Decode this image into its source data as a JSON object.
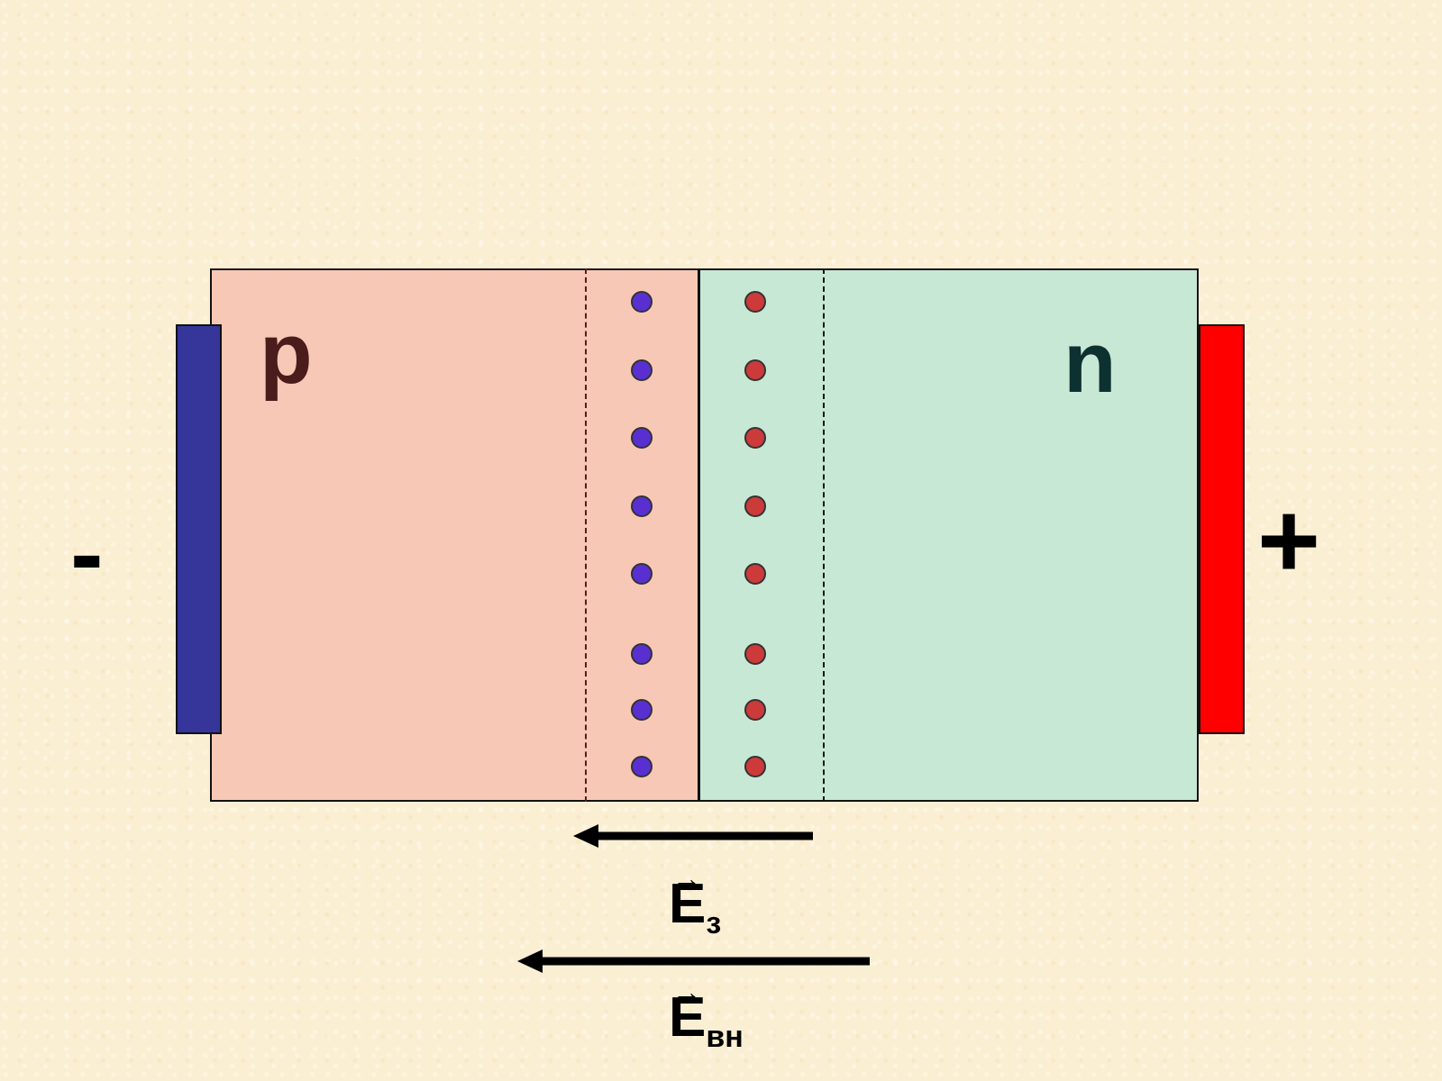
{
  "regions": {
    "p_label": "p",
    "n_label": "n"
  },
  "terminals": {
    "left_sign": "-",
    "right_sign": "+"
  },
  "colors": {
    "p_region": "#f8c8b6",
    "n_region": "#c8e8d6",
    "negative_electrode": "#35359a",
    "positive_electrode": "#ff0000",
    "negative_ion": "#5a2fd2",
    "positive_ion": "#cc3a3a"
  },
  "charges": {
    "p_side_count": 8,
    "n_side_count": 8
  },
  "fields": [
    {
      "symbol": "E",
      "subscript": "з",
      "vector_mark": "→",
      "direction": "left"
    },
    {
      "symbol": "E",
      "subscript": "вн",
      "vector_mark": "→",
      "direction": "left"
    }
  ]
}
